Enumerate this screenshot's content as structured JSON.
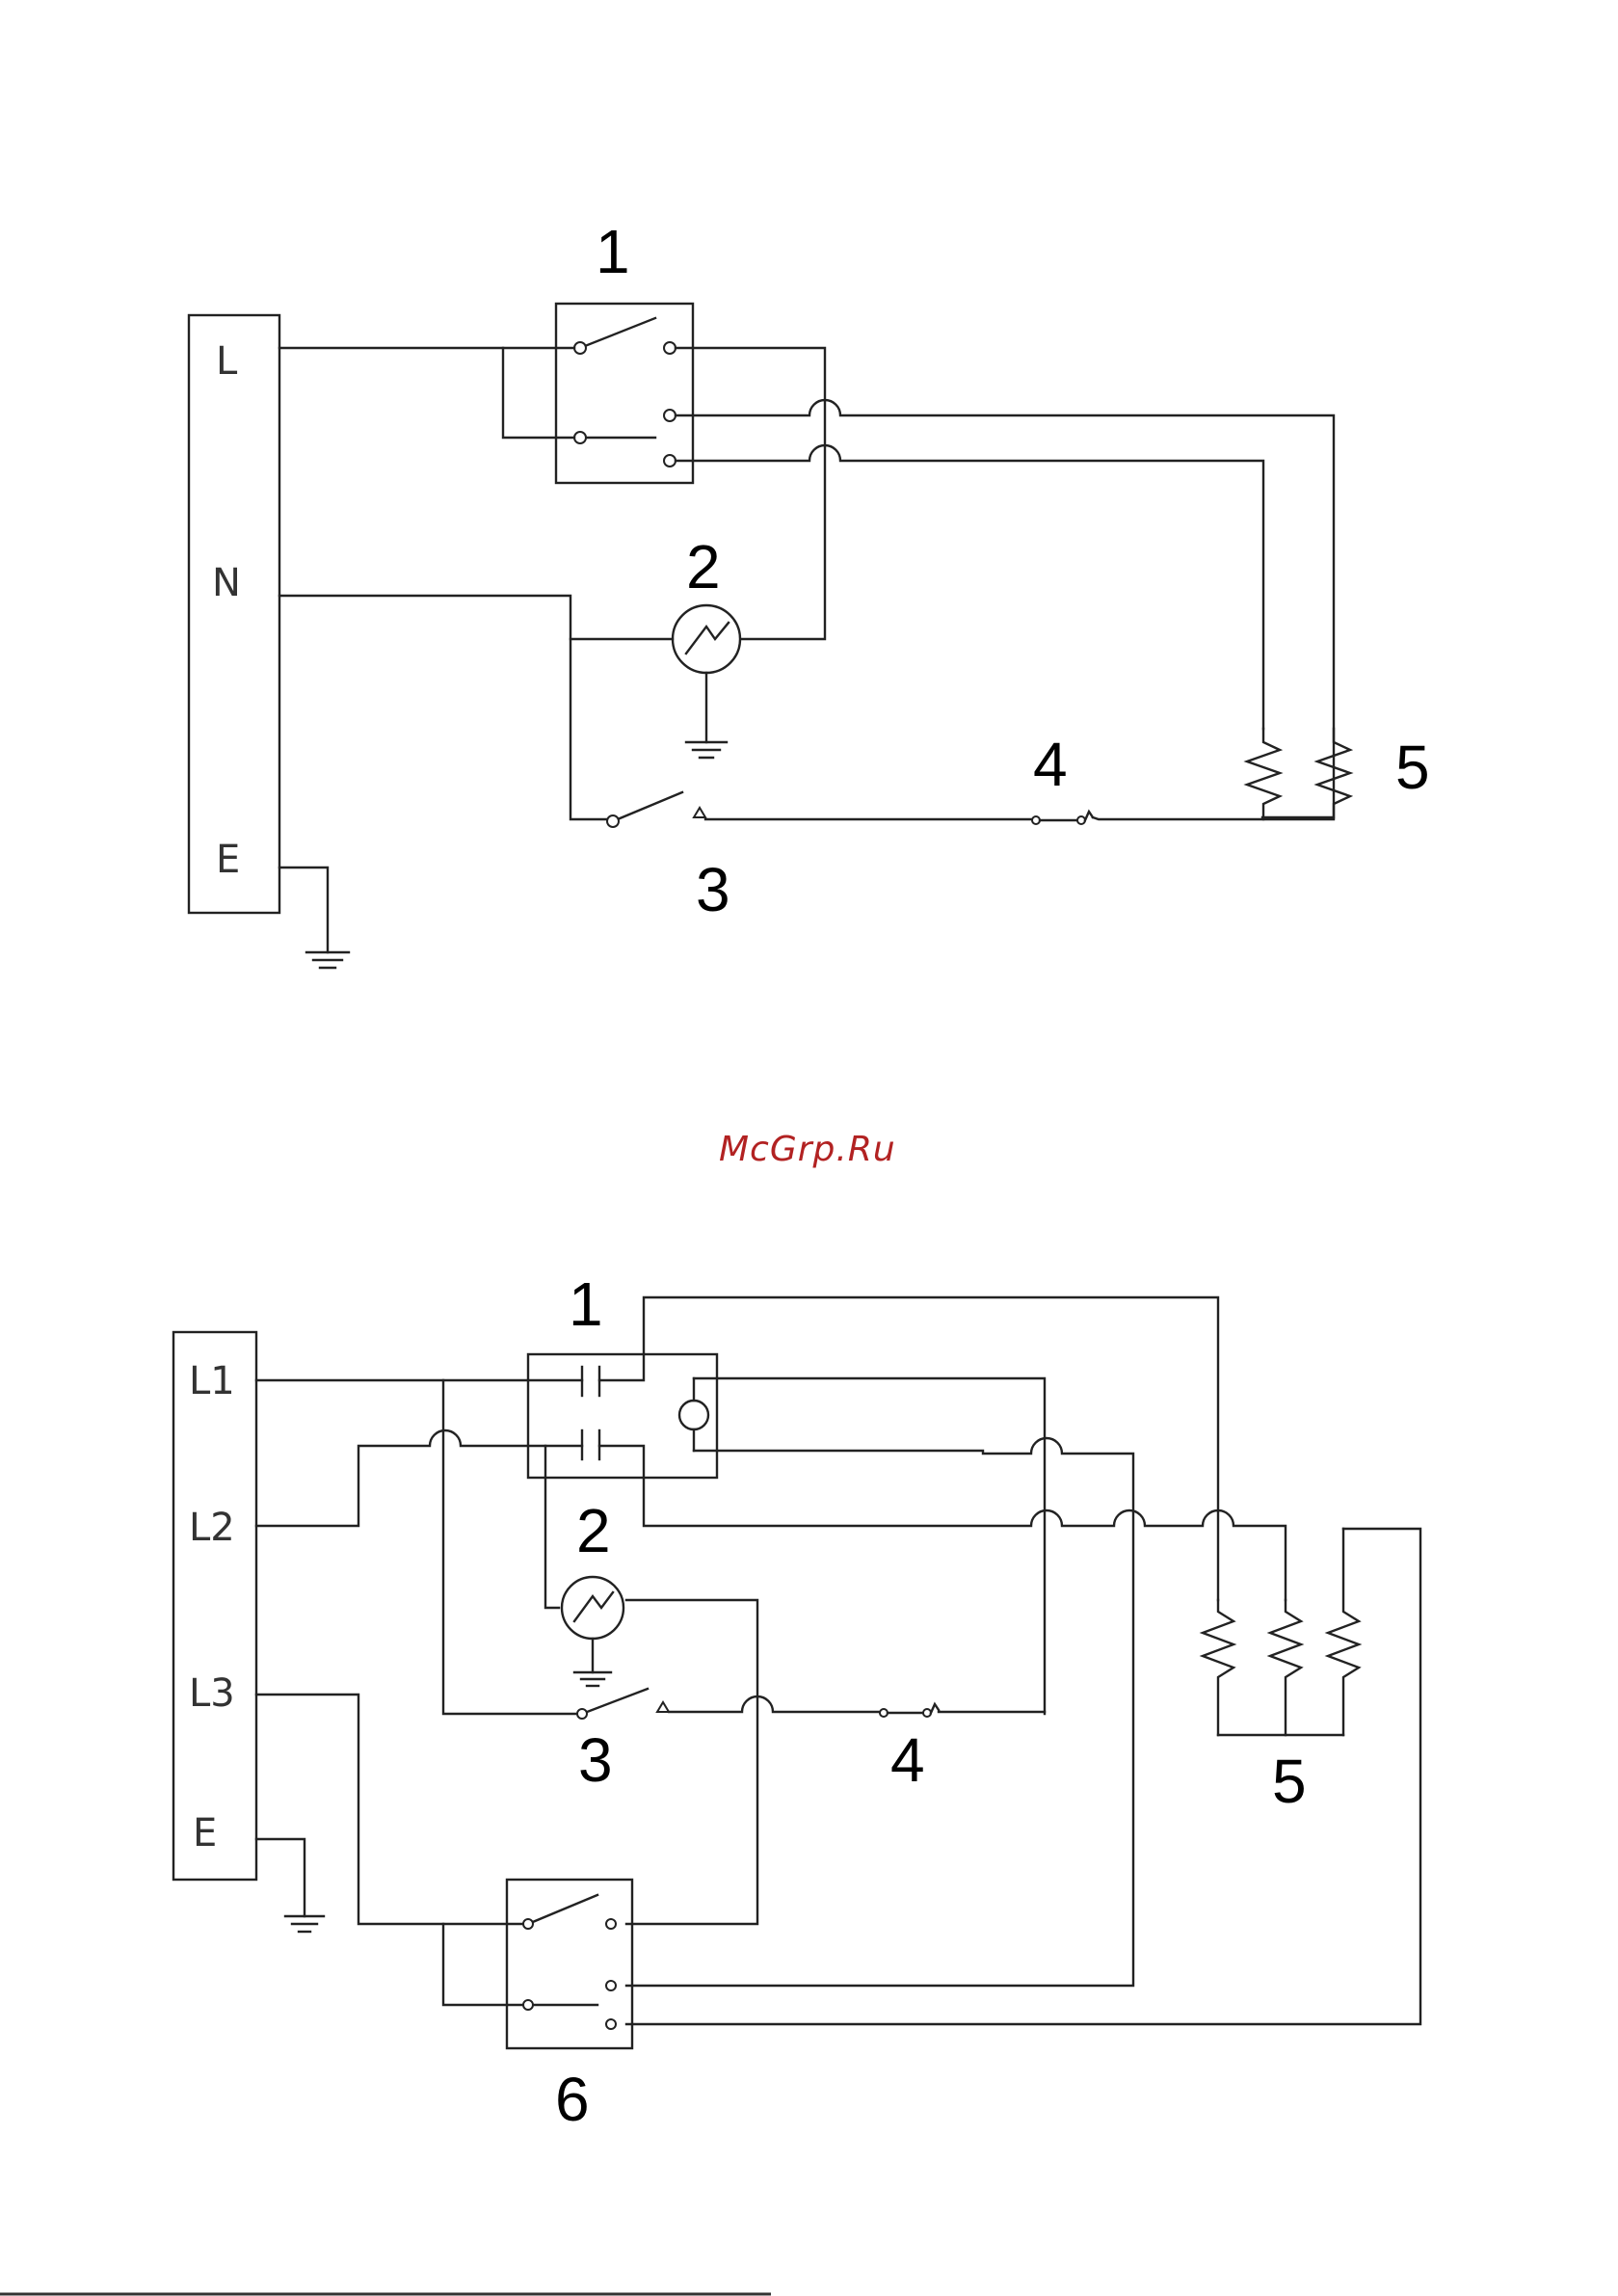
{
  "watermark": "McGrp.Ru",
  "top_diagram": {
    "terminals": [
      "L",
      "N",
      "E"
    ],
    "numbers": [
      "1",
      "2",
      "3",
      "4",
      "5"
    ]
  },
  "bottom_diagram": {
    "terminals": [
      "L1",
      "L2",
      "L3",
      "E"
    ],
    "numbers": [
      "1",
      "2",
      "3",
      "4",
      "5",
      "6"
    ]
  }
}
